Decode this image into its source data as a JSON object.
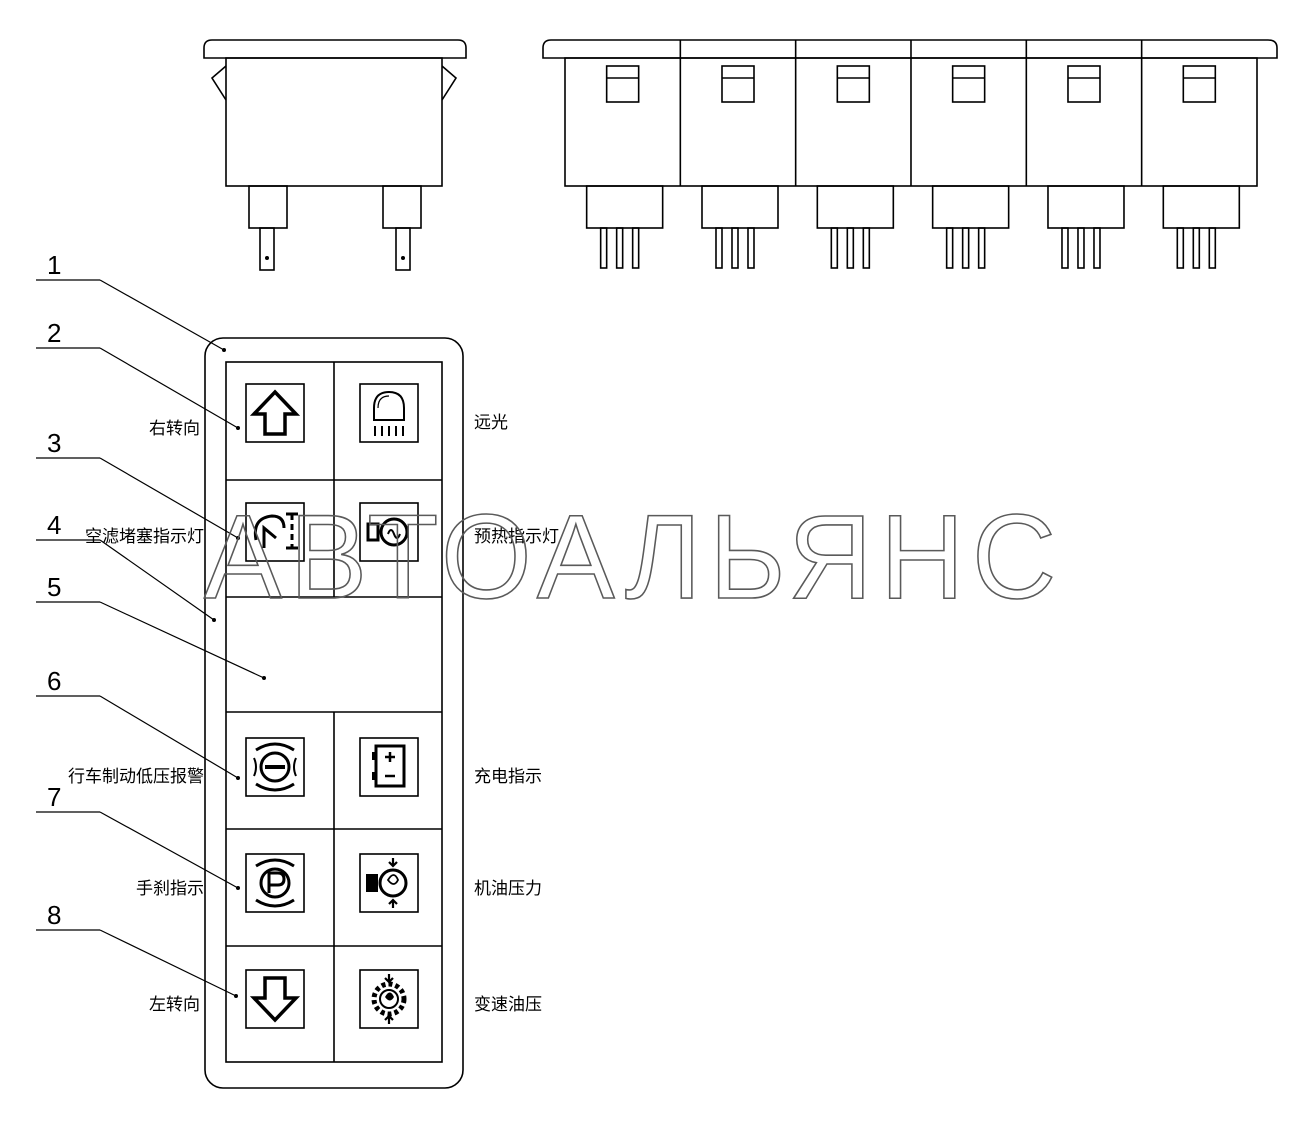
{
  "callouts": [
    "1",
    "2",
    "3",
    "4",
    "5",
    "6",
    "7",
    "8"
  ],
  "labels": {
    "right_turn": "右转向",
    "high_beam": "远光",
    "air_filter": "空滤堵塞指示灯",
    "preheat": "预热指示灯",
    "brake_pressure": "行车制动低压报警",
    "charging": "充电指示",
    "handbrake": "手刹指示",
    "oil_pressure": "机油压力",
    "left_turn": "左转向",
    "transmission_oil": "变速油压"
  },
  "watermark": "АВТОАЛЬЯНС",
  "icons": {
    "right_turn": "arrow-up-icon",
    "high_beam": "high-beam-icon",
    "air_filter": "air-filter-icon",
    "preheat": "glow-plug-icon",
    "brake_pressure": "brake-icon",
    "charging": "battery-icon",
    "handbrake": "parking-brake-icon",
    "oil_pressure": "oil-pressure-icon",
    "left_turn": "arrow-down-icon",
    "transmission_oil": "transmission-oil-icon"
  }
}
